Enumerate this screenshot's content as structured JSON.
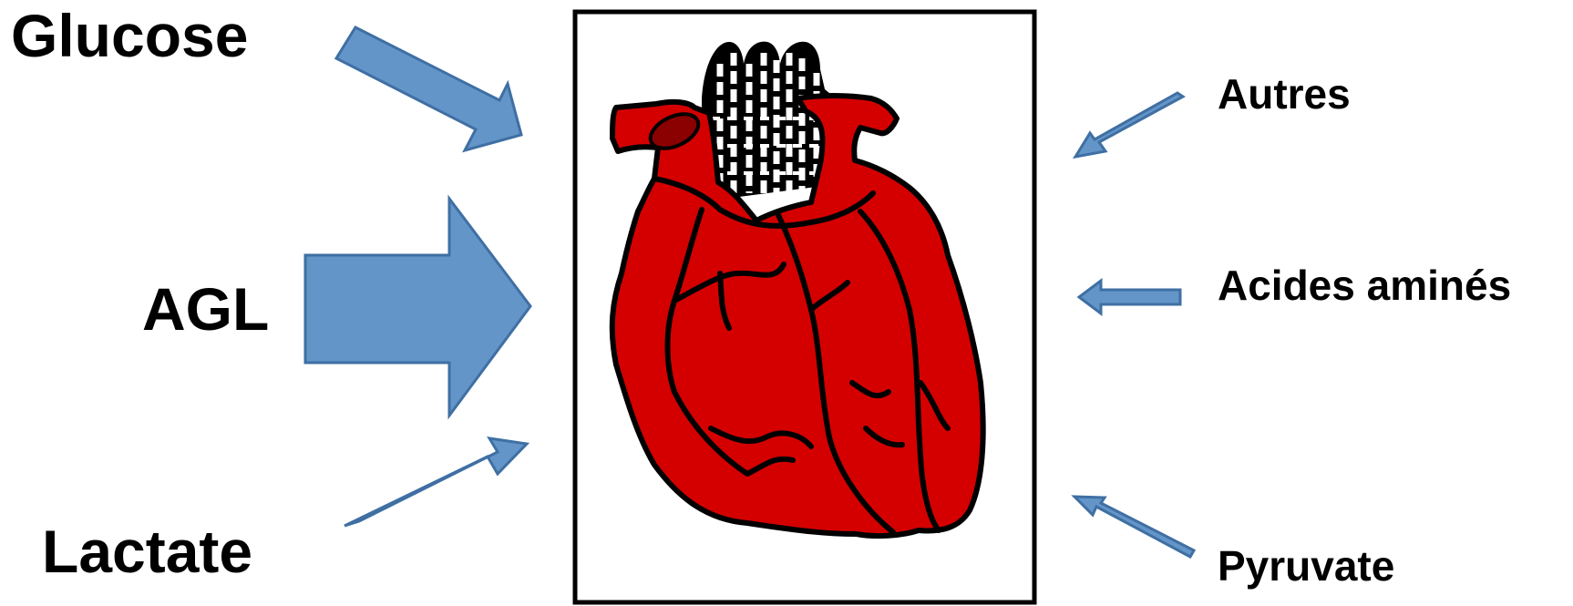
{
  "inputs_left": [
    {
      "name": "glucose",
      "label": "Glucose"
    },
    {
      "name": "agl",
      "label": "AGL"
    },
    {
      "name": "lactate",
      "label": "Lactate"
    }
  ],
  "inputs_right": [
    {
      "name": "autres",
      "label": "Autres"
    },
    {
      "name": "acides-amines",
      "label": "Acides aminés"
    },
    {
      "name": "pyruvate",
      "label": "Pyruvate"
    }
  ],
  "colors": {
    "arrow_fill": "#6395c8",
    "arrow_stroke": "#3f6fa3",
    "heart_red": "#d40000",
    "outline": "#000000"
  }
}
